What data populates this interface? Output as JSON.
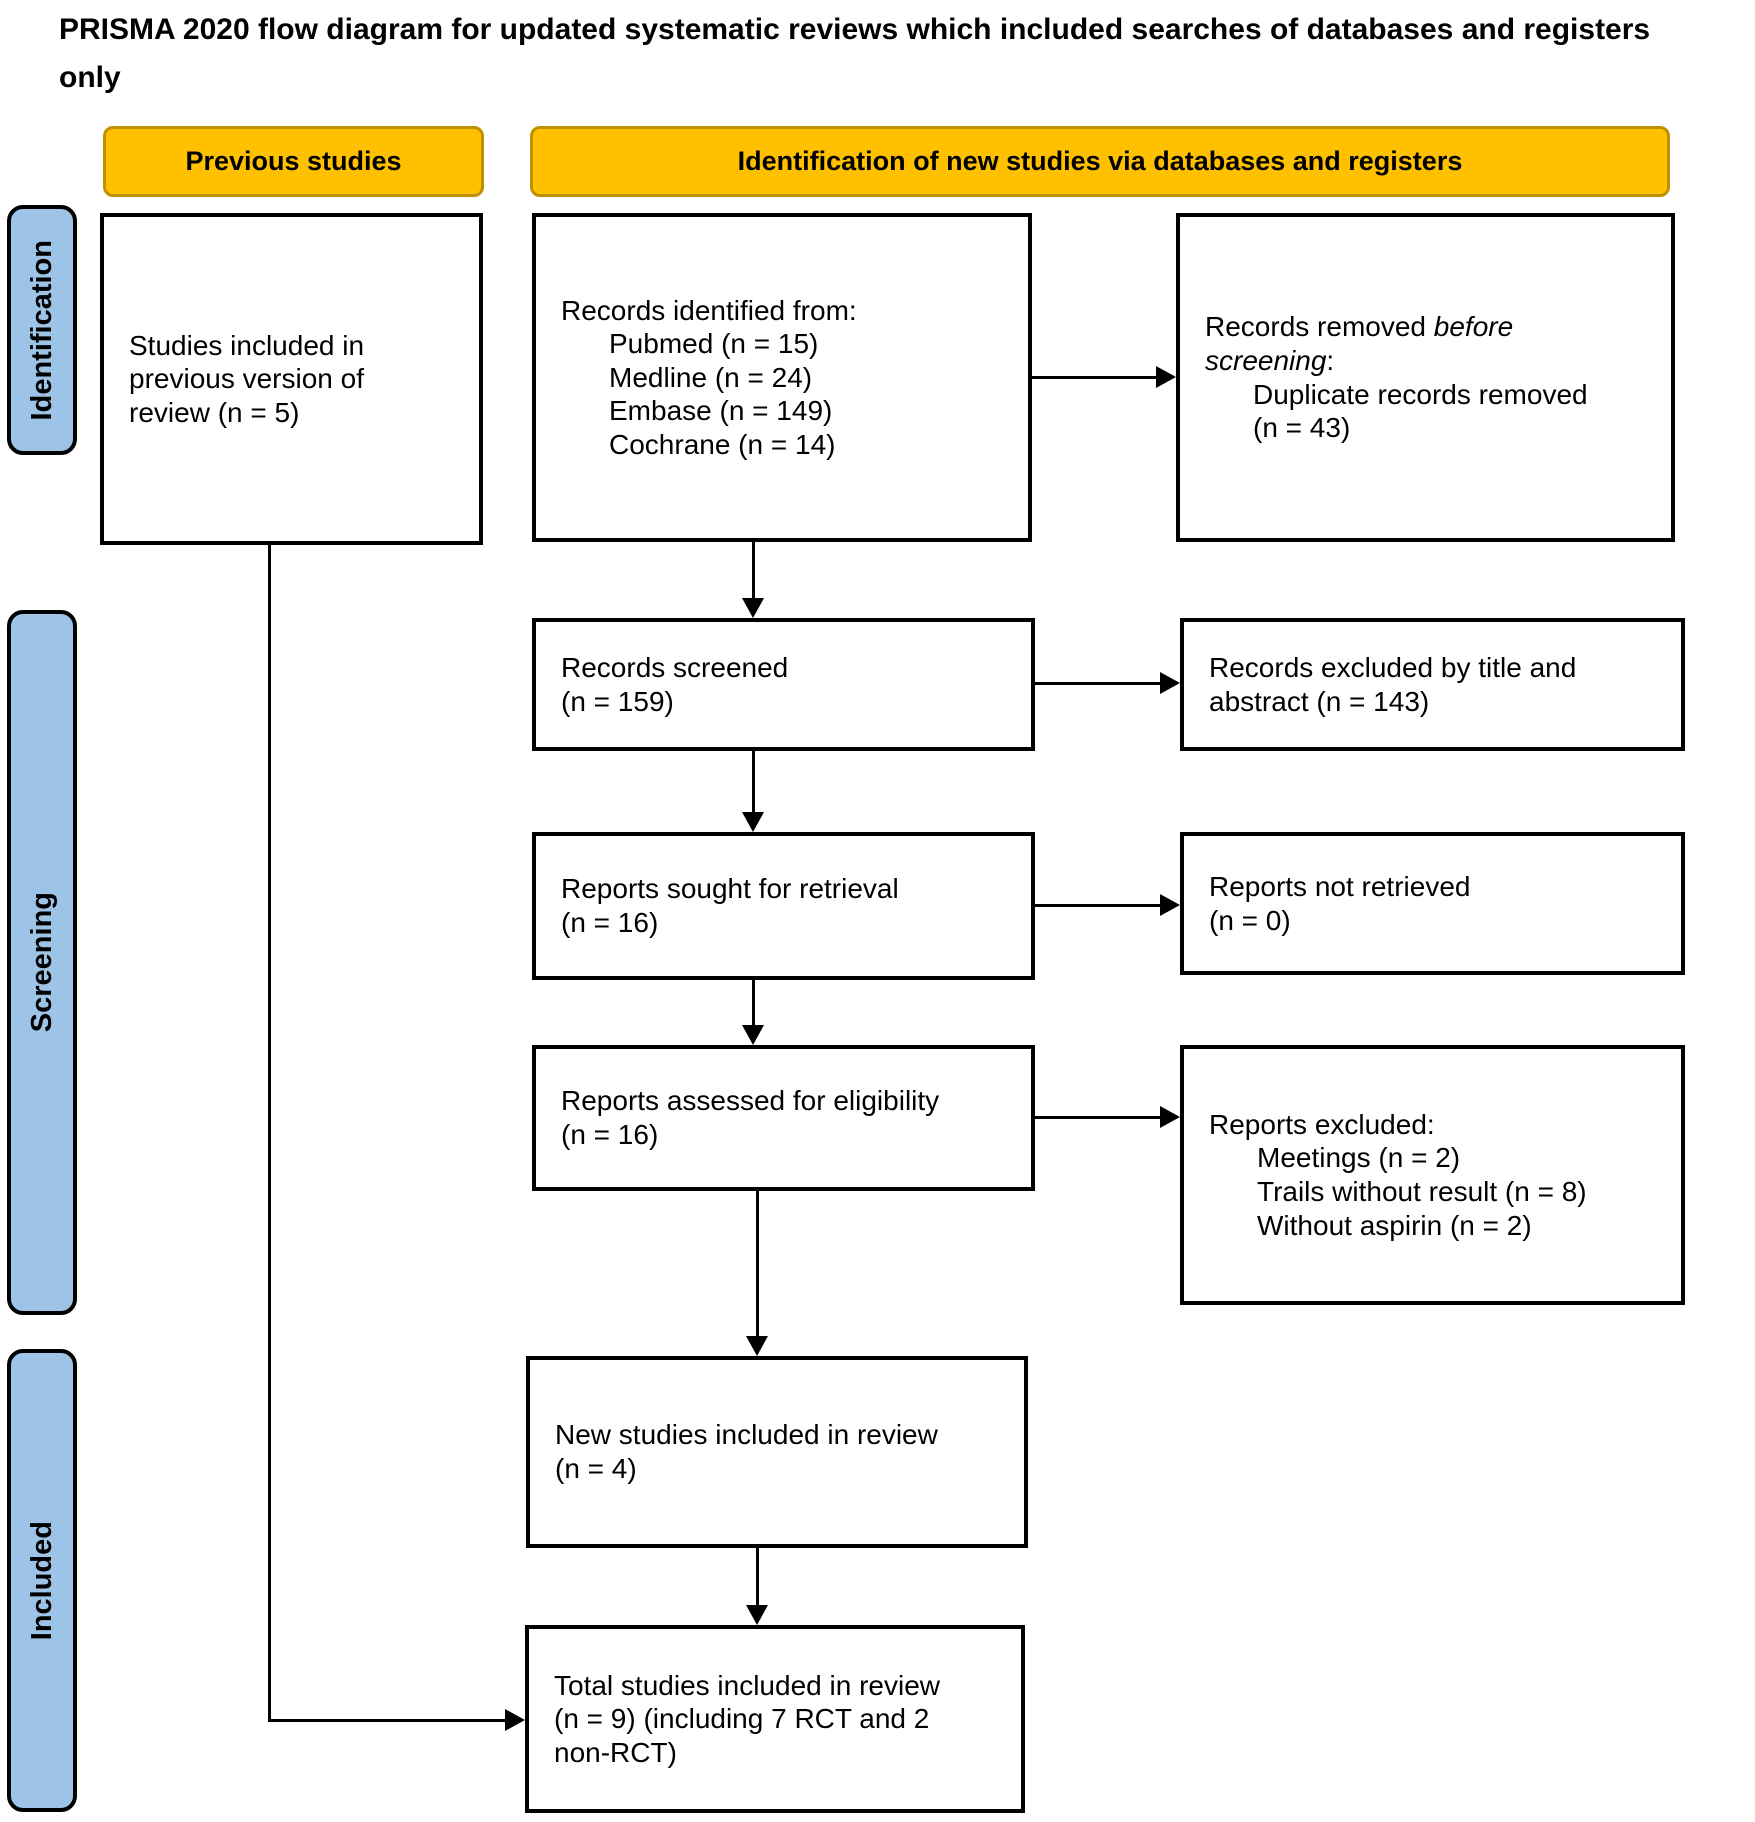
{
  "title_line1": "PRISMA 2020 flow diagram for updated systematic reviews which included searches of databases and registers",
  "title_line2": "only",
  "column_headers": {
    "previous_studies": "Previous studies",
    "new_studies": "Identification of new studies via databases and registers"
  },
  "stages": {
    "identification": "Identification",
    "screening": "Screening",
    "included": "Included"
  },
  "boxes": {
    "previous_version": {
      "lines": [
        "Studies included in",
        "previous version of",
        "review (n = 5)"
      ]
    },
    "records_identified": {
      "lines": [
        "Records identified from:",
        "Pubmed (n = 15)",
        "Medline (n = 24)",
        "Embase (n = 149)",
        "Cochrane (n = 14)"
      ]
    },
    "records_removed": {
      "line1_normal": "Records removed ",
      "line1_italic": "before",
      "line2_italic": "screening",
      "line2_normal": ":",
      "lines": [
        "Duplicate records removed",
        "(n = 43)"
      ]
    },
    "records_screened": {
      "lines": [
        "Records screened",
        "(n = 159)"
      ]
    },
    "records_excluded": {
      "lines": [
        "Records excluded by title and",
        "abstract (n = 143)"
      ]
    },
    "reports_sought": {
      "lines": [
        "Reports sought for retrieval",
        "(n = 16)"
      ]
    },
    "reports_not_retrieved": {
      "lines": [
        "Reports not retrieved",
        "(n = 0)"
      ]
    },
    "reports_assessed": {
      "lines": [
        "Reports assessed for eligibility",
        "(n = 16)"
      ]
    },
    "reports_excluded": {
      "lines": [
        "Reports excluded:",
        "Meetings (n = 2)",
        "Trails without result (n = 8)",
        "Without aspirin (n = 2)"
      ]
    },
    "new_studies": {
      "lines": [
        "New studies included in review",
        "(n = 4)"
      ]
    },
    "total_studies": {
      "lines": [
        "Total studies included in review",
        "(n = 9) (including 7 RCT and 2",
        "non-RCT)"
      ]
    }
  },
  "colors": {
    "header_fill": "#FFC000",
    "header_border": "#BF9000",
    "stage_fill": "#9DC3E6",
    "stage_border": "#000000",
    "box_border": "#000000",
    "text": "#000000"
  }
}
